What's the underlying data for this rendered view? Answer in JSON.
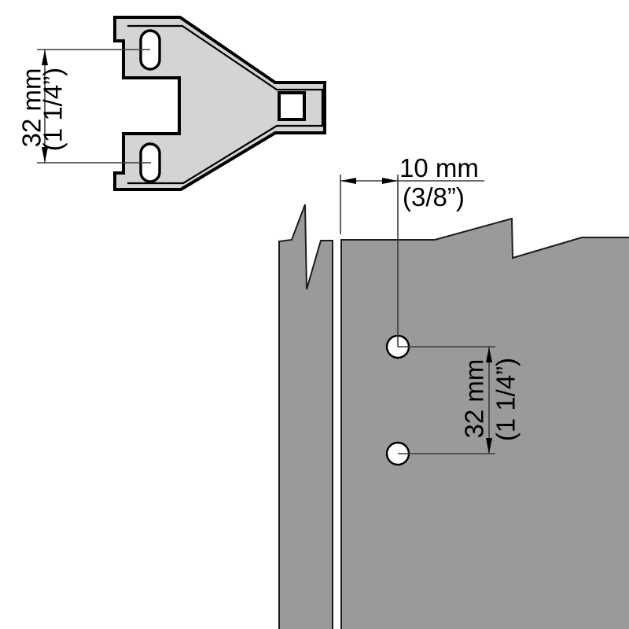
{
  "diagram": {
    "title_hint": "hole-position technical drawing",
    "bracket_dimension": {
      "metric": "32 mm",
      "imperial": "(1 1/4”)"
    },
    "offset_dimension": {
      "metric": "10 mm",
      "imperial": "(3/8”)"
    },
    "spacing_dimension": {
      "metric": "32 mm",
      "imperial": "(1 1/4”)"
    }
  },
  "colors": {
    "background": "#ffffff",
    "bracket_fill": "#d4d4d4",
    "blade_fill": "#9a9a9a",
    "outline": "#000000",
    "blade_outline": "#1c1c1c",
    "dimension_line": "#3d3d3d",
    "text": "#000000",
    "hole_fill": "#ffffff"
  }
}
